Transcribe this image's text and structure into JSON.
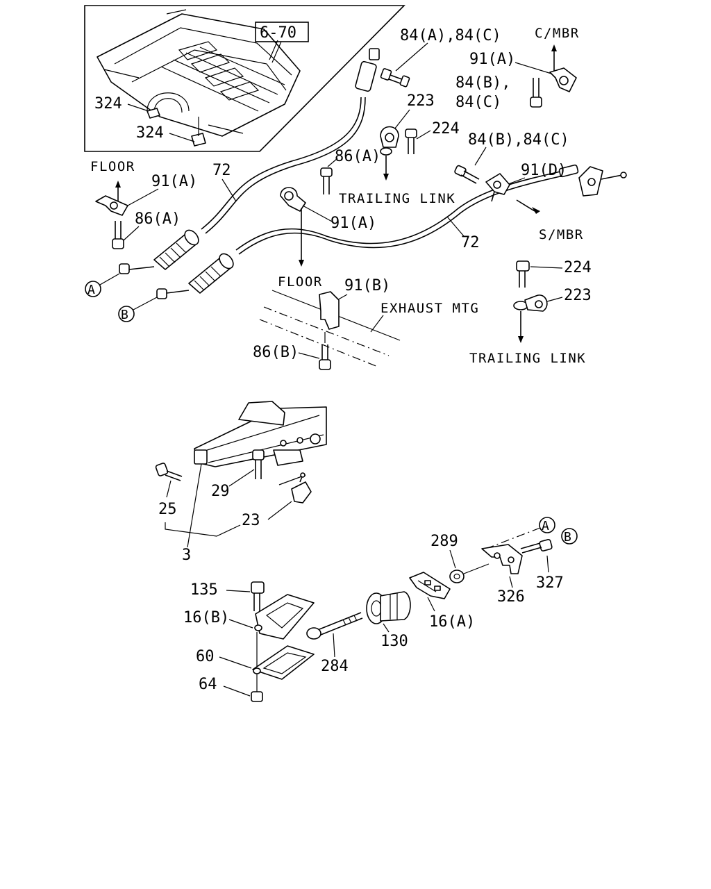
{
  "inset": {
    "ref_box": "6-70",
    "labels": [
      "324",
      "324"
    ]
  },
  "labels": {
    "p84ac": "84(A),84(C)",
    "cmbr": "C/MBR",
    "p91a_top": "91(A)",
    "p84b": "84(B),",
    "p84c": "84(C)",
    "p223_top": "223",
    "p224_top": "224",
    "p84bc": "84(B),84(C)",
    "p86a_mid": "86(A)",
    "floor_left": "FLOOR",
    "p91a_left": "91(A)",
    "p72_left": "72",
    "p91d": "91(D)",
    "trailing_link_top": "TRAILING LINK",
    "p86a_left": "86(A)",
    "p91a_mid": "91(A)",
    "smbr": "S/MBR",
    "p72_right": "72",
    "circle_a": "A",
    "circle_b": "B",
    "floor_mid": "FLOOR",
    "p91b": "91(B)",
    "p224_right": "224",
    "exhaust_mtg": "EXHAUST MTG",
    "p223_right": "223",
    "p86b": "86(B)",
    "trailing_link_bottom": "TRAILING LINK",
    "p29": "29",
    "p25": "25",
    "p23": "23",
    "p3": "3",
    "circle_a2": "A",
    "circle_b2": "B",
    "p289": "289",
    "p327": "327",
    "p326": "326",
    "p135": "135",
    "p16b": "16(B)",
    "p16a": "16(A)",
    "p130": "130",
    "p60": "60",
    "p284": "284",
    "p64": "64"
  }
}
